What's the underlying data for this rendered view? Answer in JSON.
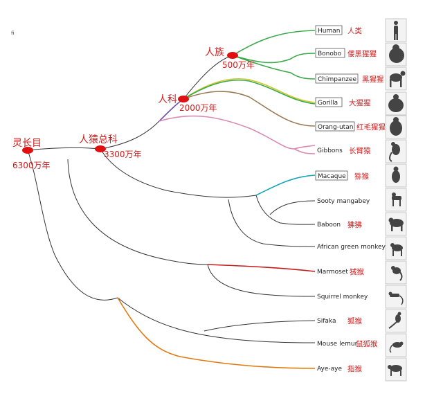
{
  "corner_mark": "fi",
  "nodes": [
    {
      "id": "primates",
      "name": "灵长目",
      "age": "6300万年"
    },
    {
      "id": "hominoidea",
      "name": "人猿总科",
      "age": "3300万年"
    },
    {
      "id": "hominidae",
      "name": "人科",
      "age": "2000万年"
    },
    {
      "id": "homininae",
      "name": "人族",
      "age": "500万年"
    }
  ],
  "species": [
    {
      "en": "Human",
      "zh": "人类",
      "boxed": true,
      "icon": "human-icon"
    },
    {
      "en": "Bonobo",
      "zh": "倭黑猩猩",
      "boxed": true,
      "icon": "bonobo-icon"
    },
    {
      "en": "Chimpanzee",
      "zh": "黑猩猩",
      "boxed": true,
      "icon": "chimpanzee-icon"
    },
    {
      "en": "Gorilla",
      "zh": "大猩猩",
      "boxed": true,
      "icon": "gorilla-icon"
    },
    {
      "en": "Orang-utan",
      "zh": "红毛猩猩",
      "boxed": true,
      "icon": "orangutan-icon"
    },
    {
      "en": "Gibbons",
      "zh": "长臂猿",
      "boxed": false,
      "icon": "gibbon-icon"
    },
    {
      "en": "Macaque",
      "zh": "猕猴",
      "boxed": true,
      "icon": "macaque-icon"
    },
    {
      "en": "Sooty mangabey",
      "zh": "",
      "boxed": false,
      "icon": "mangabey-icon"
    },
    {
      "en": "Baboon",
      "zh": "狒狒",
      "boxed": false,
      "icon": "baboon-icon"
    },
    {
      "en": "African green monkey",
      "zh": "",
      "boxed": false,
      "icon": "green-monkey-icon"
    },
    {
      "en": "Marmoset",
      "zh": "狨猴",
      "boxed": false,
      "icon": "marmoset-icon"
    },
    {
      "en": "Squirrel monkey",
      "zh": "",
      "boxed": false,
      "icon": "squirrel-monkey-icon"
    },
    {
      "en": "Sifaka",
      "zh": "狐猴",
      "boxed": false,
      "icon": "sifaka-icon"
    },
    {
      "en": "Mouse lemur",
      "zh": "鼠狐猴",
      "boxed": false,
      "icon": "mouse-lemur-icon"
    },
    {
      "en": "Aye-aye",
      "zh": "指猴",
      "boxed": false,
      "icon": "aye-aye-icon"
    }
  ],
  "colors": {
    "label_red": "#d11a1a",
    "node_dot": "#e01010",
    "branch_default": "#333333",
    "human_branch": "#3aa84a",
    "chimp_branch": "#c9c92a",
    "gorilla_branch": "#3aa84a",
    "orangutan_branch": "#9a7a55",
    "gibbon_branch": "#d98ab0",
    "hominoid_stem": "#6a4fb0",
    "macaque_branch": "#14a3b8",
    "marmoset_branch": "#c41a1a",
    "aye_aye_branch": "#e07a10"
  }
}
